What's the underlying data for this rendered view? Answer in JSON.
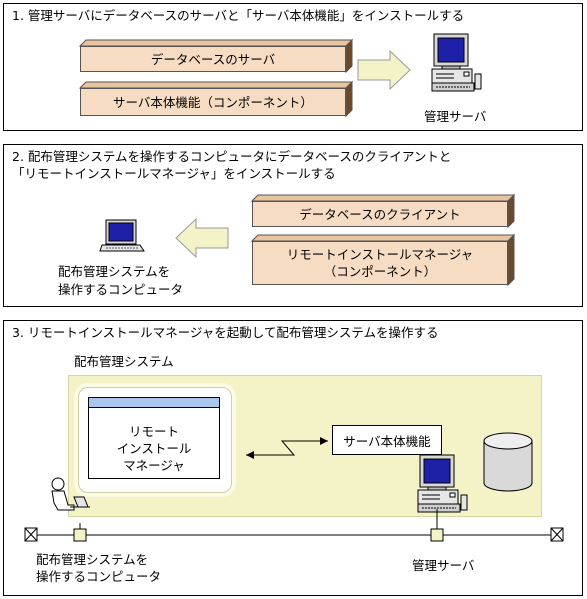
{
  "step1": {
    "title": "1. 管理サーバにデータベースのサーバと「サーバ本体機能」をインストールする",
    "box_db_server": "データベースのサーバ",
    "box_server_core": "サーバ本体機能（コンポーネント）",
    "server_label": "管理サーバ"
  },
  "step2": {
    "title_line1": "2. 配布管理システムを操作するコンピュータにデータベースのクライアントと",
    "title_line2": "「リモートインストールマネージャ」をインストールする",
    "box_db_client": "データベースのクライアント",
    "box_rim_line1": "リモートインストールマネージャ",
    "box_rim_line2": "（コンポーネント）",
    "pc_label_line1": "配布管理システムを",
    "pc_label_line2": "操作するコンピュータ"
  },
  "step3": {
    "title": "3. リモートインストールマネージャを起動して配布管理システムを操作する",
    "system_label": "配布管理システム",
    "window_line1": "リモート",
    "window_line2": "インストール",
    "window_line3": "マネージャ",
    "server_core_label": "サーバ本体機能",
    "pc_label_line1": "配布管理システムを",
    "pc_label_line2": "操作するコンピュータ",
    "server_label": "管理サーバ"
  },
  "colors": {
    "box_fill": "#f6dcc3",
    "box_top": "#e9c4a1",
    "box_side": "#6b4a2c",
    "arrow_fill": "#f3f3c7",
    "system_area": "#f4f3c8",
    "monitor_screen": "#1f20a8"
  }
}
